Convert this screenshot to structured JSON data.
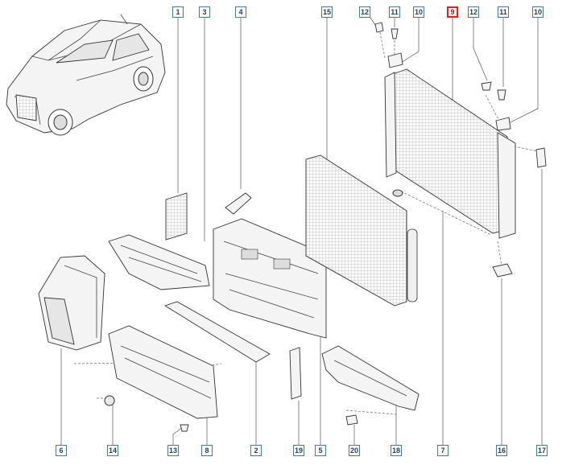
{
  "callouts": [
    {
      "label": "1",
      "highlight": false
    },
    {
      "label": "3",
      "highlight": false
    },
    {
      "label": "4",
      "highlight": false
    },
    {
      "label": "15",
      "highlight": false
    },
    {
      "label": "12",
      "highlight": false
    },
    {
      "label": "11",
      "highlight": false
    },
    {
      "label": "10",
      "highlight": false
    },
    {
      "label": "9",
      "highlight": true
    },
    {
      "label": "12",
      "highlight": false
    },
    {
      "label": "11",
      "highlight": false
    },
    {
      "label": "10",
      "highlight": false
    },
    {
      "label": "6",
      "highlight": false
    },
    {
      "label": "14",
      "highlight": false
    },
    {
      "label": "13",
      "highlight": false
    },
    {
      "label": "8",
      "highlight": false
    },
    {
      "label": "2",
      "highlight": false
    },
    {
      "label": "19",
      "highlight": false
    },
    {
      "label": "5",
      "highlight": false
    },
    {
      "label": "20",
      "highlight": false
    },
    {
      "label": "18",
      "highlight": false
    },
    {
      "label": "7",
      "highlight": false
    },
    {
      "label": "16",
      "highlight": false
    },
    {
      "label": "17",
      "highlight": false
    }
  ],
  "colors": {
    "highlight": "#e02020",
    "callout_border": "#4a7a9a",
    "line": "#333333"
  }
}
